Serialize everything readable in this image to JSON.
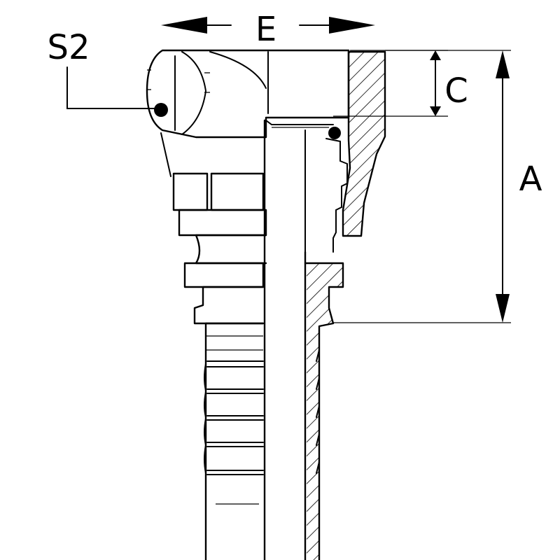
{
  "labels": {
    "E": "E",
    "S2": "S2",
    "C": "C",
    "A": "A"
  },
  "colors": {
    "line": "#000000",
    "background": "#ffffff"
  }
}
